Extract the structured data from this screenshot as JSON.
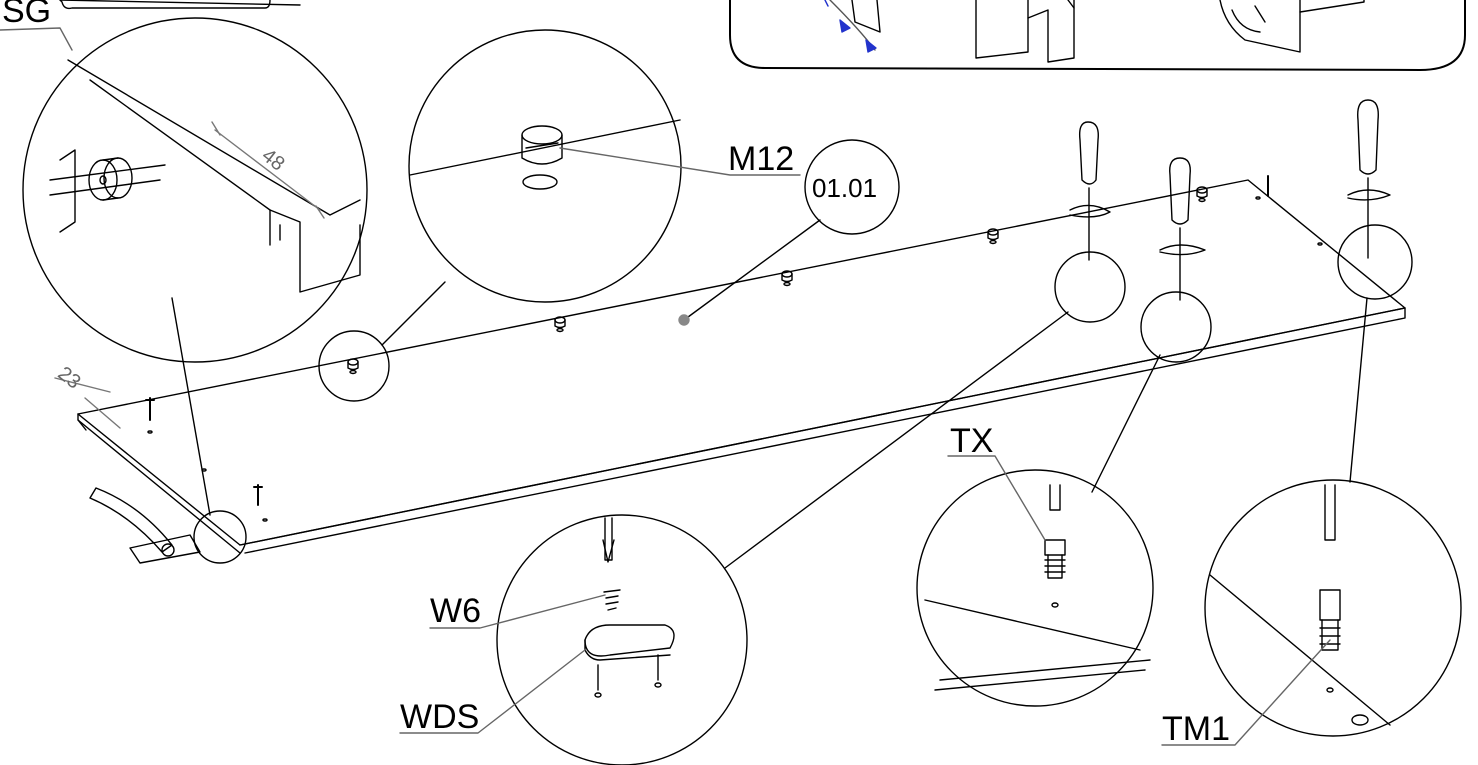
{
  "labels": {
    "sg": "SG",
    "m12": "M12",
    "step_number": "01.01",
    "tx": "TX",
    "w6": "W6",
    "wds": "WDS",
    "tm1": "TM1"
  },
  "dimensions": {
    "depth_48": "48",
    "edge_23": "23"
  }
}
